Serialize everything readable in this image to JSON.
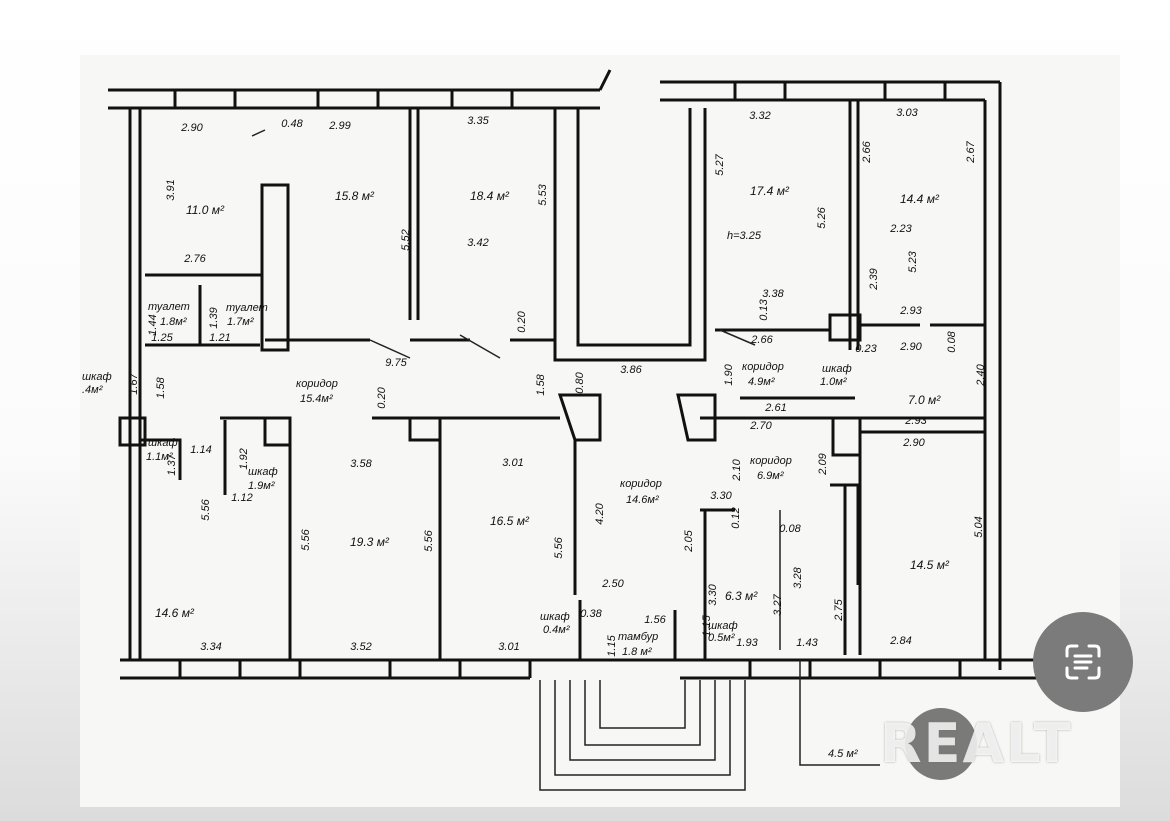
{
  "plan": {
    "rooms": {
      "r1": "11.0 м²",
      "r2": "15.8 м²",
      "r3": "18.4 м²",
      "r4": "17.4 м²",
      "r5": "14.4 м²",
      "wc1_name": "туалет",
      "wc1_area": "1.8м²",
      "wc2_name": "туалет",
      "wc2_area": "1.7м²",
      "corr1_name": "коридор",
      "corr1_area": "15.4м²",
      "closet_l_name": "шкаф",
      "closet_l_area": ".4м²",
      "closet1_name": "шкаф",
      "closet1_area": "1.1м²",
      "closet2_name": "шкаф",
      "closet2_area": "1.9м²",
      "r6": "14.6 м²",
      "r7": "19.3 м²",
      "r8": "16.5 м²",
      "corr2_name": "коридор",
      "corr2_area": "4.9м²",
      "closet3_name": "шкаф",
      "closet3_area": "1.0м²",
      "r9": "7.0 м²",
      "corr3_name": "коридор",
      "corr3_area": "14.6м²",
      "corr4_name": "коридор",
      "corr4_area": "6.9м²",
      "r10": "14.5 м²",
      "r11": "6.3 м²",
      "closet4_name": "шкаф",
      "closet4_area": "0.4м²",
      "closet5_name": "шкаф",
      "closet5_area": "0.5м²",
      "vest_name": "тамбур",
      "vest_area": "1.8 м²",
      "porch": "4.5 м²",
      "height": "h=3.25"
    },
    "dims": [
      "2.90",
      "0.48",
      "2.99",
      "3.35",
      "3.91",
      "5.52",
      "5.53",
      "3.42",
      "2.76",
      "1.44",
      "1.25",
      "1.39",
      "1.21",
      "9.75",
      "0.20",
      "0.20",
      "1.58",
      "0.80",
      "3.86",
      "1.67",
      "1.58",
      "1.14",
      "1.37",
      "1.92",
      "1.12",
      "3.58",
      "3.01",
      "5.56",
      "5.56",
      "5.56",
      "5.56",
      "4.20",
      "3.34",
      "3.52",
      "3.01",
      "3.32",
      "3.03",
      "2.66",
      "2.67",
      "5.27",
      "5.26",
      "2.23",
      "5.23",
      "2.39",
      "3.38",
      "0.13",
      "2.93",
      "2.66",
      "0.23",
      "2.90",
      "0.08",
      "1.90",
      "2.40",
      "2.61",
      "2.93",
      "2.70",
      "2.90",
      "2.10",
      "2.09",
      "3.30",
      "0.12",
      "0.08",
      "5.04",
      "2.05",
      "2.50",
      "3.30",
      "3.27",
      "3.28",
      "2.75",
      "0.38",
      "1.56",
      "1.15",
      "1.15",
      "1.93",
      "1.43",
      "2.84"
    ]
  },
  "watermark": "REALT",
  "colors": {
    "scan_button": "#7b7b7b",
    "paper": "#f7f7f5"
  }
}
